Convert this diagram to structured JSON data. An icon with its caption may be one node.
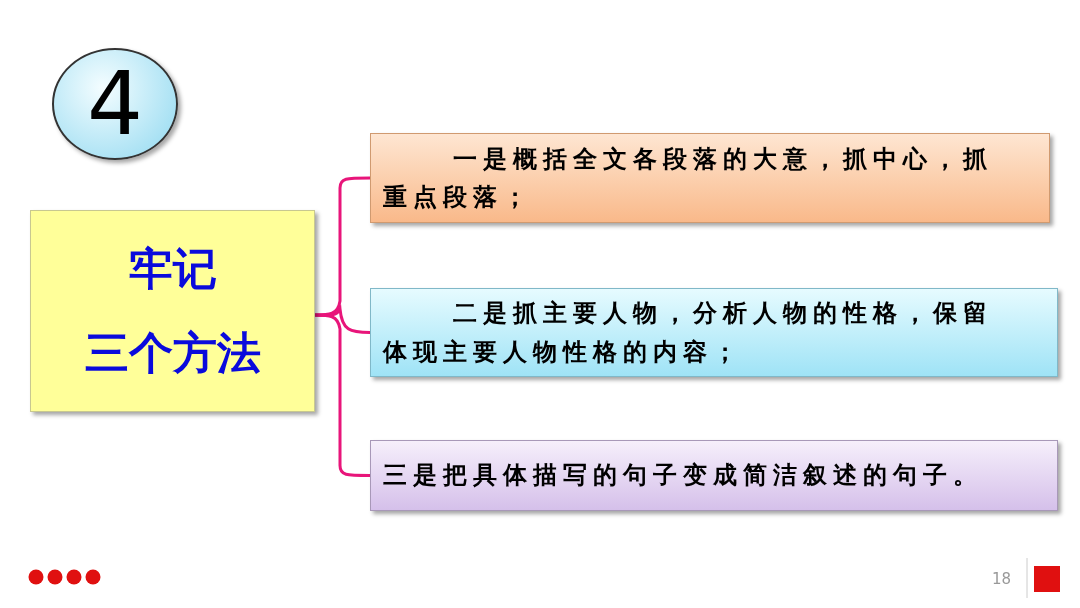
{
  "diagram": {
    "nodes": [
      {
        "text": [
          "4"
        ]
      },
      {
        "text": [
          "牢记",
          "三个方法"
        ]
      },
      {
        "text": [
          "一是概括全文各段落的大意，抓中心，抓重点段落；"
        ]
      },
      {
        "text": [
          "二是抓主要人物，分析人物的性格，保留体现主要人物性格的内容；"
        ]
      },
      {
        "text": [
          "三是把具体描写的句子变成简洁叙述的句子。"
        ]
      }
    ],
    "edges": [
      {
        "from": 1,
        "to": 2,
        "arrow": "none"
      },
      {
        "from": 1,
        "to": 3,
        "arrow": "none"
      },
      {
        "from": 1,
        "to": 4,
        "arrow": "none"
      }
    ],
    "labels": [
      "18"
    ]
  }
}
